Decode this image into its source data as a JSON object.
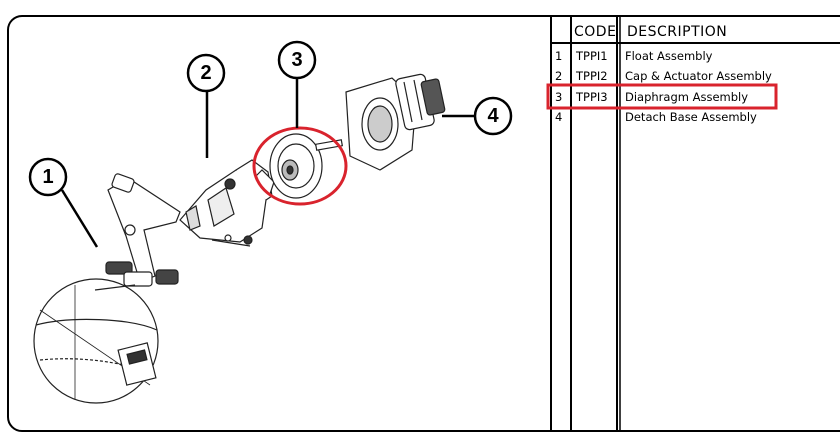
{
  "table": {
    "header": {
      "code": "CODE",
      "description": "DESCRIPTION"
    },
    "rows": [
      {
        "num": "1",
        "code": "TPPI1",
        "description": "Float Assembly"
      },
      {
        "num": "2",
        "code": "TPPI2",
        "description": "Cap & Actuator Assembly"
      },
      {
        "num": "3",
        "code": "TPPI3",
        "description": "Diaphragm Assembly"
      },
      {
        "num": "4",
        "code": "",
        "description": "Detach Base Assembly"
      }
    ],
    "highlight_color": "#d9232d"
  },
  "callouts": [
    {
      "label": "1",
      "part": "float"
    },
    {
      "label": "2",
      "part": "cap-actuator"
    },
    {
      "label": "3",
      "part": "diaphragm"
    },
    {
      "label": "4",
      "part": "detach-base"
    }
  ]
}
